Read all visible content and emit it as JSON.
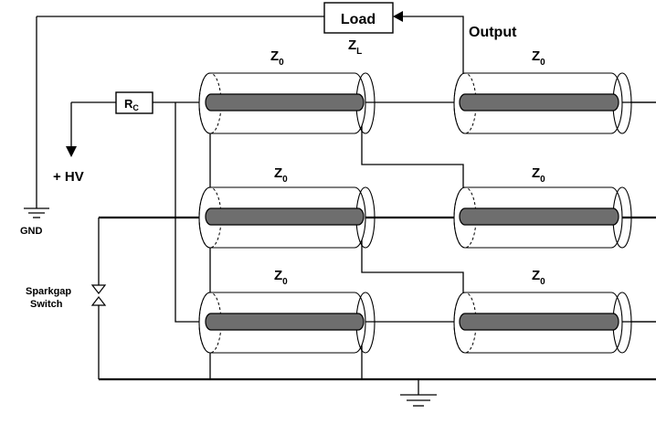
{
  "labels": {
    "load": "Load",
    "zl_main": "Z",
    "zl_sub": "L",
    "output": "Output",
    "rc_main": "R",
    "rc_sub": "C",
    "hv": "+ HV",
    "gnd": "GND",
    "sparkgap_line1": "Sparkgap",
    "sparkgap_line2": "Switch",
    "z0_main": "Z",
    "z0_sub": "0"
  },
  "lines": [
    {
      "id": "line-top-left",
      "label_main": "Z",
      "label_sub": "0"
    },
    {
      "id": "line-top-right",
      "label_main": "Z",
      "label_sub": "0"
    },
    {
      "id": "line-mid-left",
      "label_main": "Z",
      "label_sub": "0"
    },
    {
      "id": "line-mid-right",
      "label_main": "Z",
      "label_sub": "0"
    },
    {
      "id": "line-bot-left",
      "label_main": "Z",
      "label_sub": "0"
    },
    {
      "id": "line-bot-right",
      "label_main": "Z",
      "label_sub": "0"
    }
  ]
}
